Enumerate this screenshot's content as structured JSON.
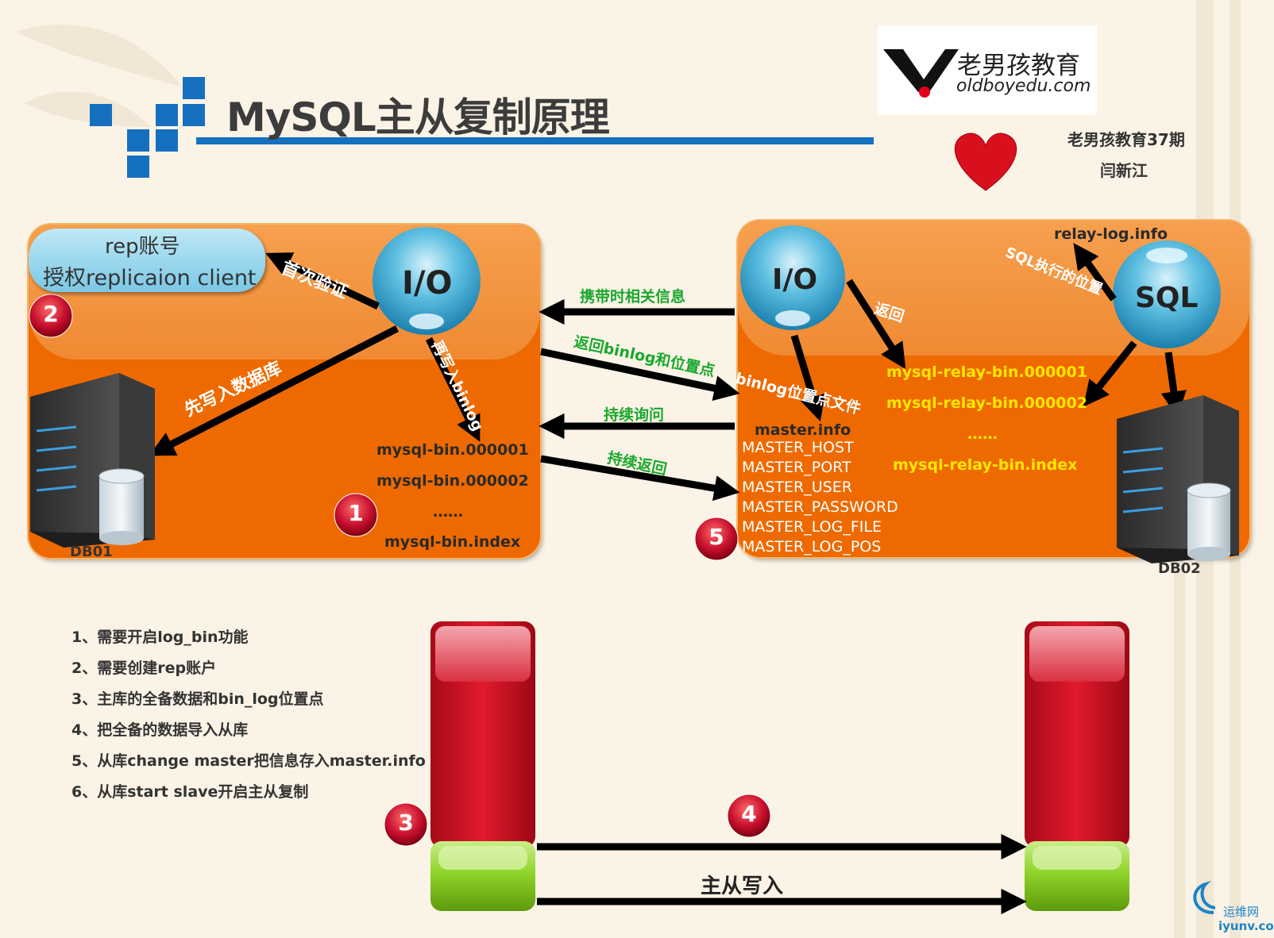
{
  "title": "MySQL主从复制原理",
  "logo": {
    "cn": "老男孩教育",
    "en": "oldboyedu.com"
  },
  "side_note": {
    "line1": "老男孩教育37期",
    "line2": "闫新江"
  },
  "master": {
    "rep_line1": "rep账号",
    "rep_line2": "授权replicaion client",
    "io_label": "I/O",
    "arrow_first_verify": "首次验证",
    "arrow_write_db": "先写入数据库",
    "arrow_write_binlog": "再写入binlog",
    "binlog_files": [
      "mysql-bin.000001",
      "mysql-bin.000002",
      "……",
      "mysql-bin.index"
    ],
    "db_label": "DB01"
  },
  "transfer": {
    "carry_info": "携带时相关信息",
    "return_binlog": "返回binlog和位置点",
    "keep_ask": "持续询问",
    "keep_return": "持续返回"
  },
  "slave": {
    "io_label": "I/O",
    "sql_label": "SQL",
    "relay_log_info": "relay-log.info",
    "sql_position": "SQL执行的位置",
    "return_label": "返回",
    "binlog_pos_file": "binlog位置点文件",
    "relay_files": [
      "mysql-relay-bin.000001",
      "mysql-relay-bin.000002",
      "……",
      "mysql-relay-bin.index"
    ],
    "master_info": "master.info",
    "master_fields": [
      "MASTER_HOST",
      "MASTER_PORT",
      "MASTER_USER",
      "MASTER_PASSWORD",
      "MASTER_LOG_FILE",
      "MASTER_LOG_POS"
    ],
    "db_label": "DB02"
  },
  "badges": [
    "1",
    "2",
    "3",
    "4",
    "5"
  ],
  "steps": [
    "1、需要开启log_bin功能",
    "2、需要创建rep账户",
    "3、主库的全备数据和bin_log位置点",
    "4、把全备的数据导入从库",
    "5、从库change master把信息存入master.info",
    "6、从库start slave开启主从复制"
  ],
  "bottom_label": "主从写入",
  "watermark": {
    "cn": "运维网",
    "en": "iyunv.com"
  },
  "colors": {
    "panel_orange": "#ee6a00",
    "accent_blue": "#1570c0",
    "green_label": "#1aa82e",
    "yellow_label": "#ffe600",
    "badge_red": "#c8102e",
    "bar_red": "#c81022",
    "bar_green": "#7cc218"
  }
}
